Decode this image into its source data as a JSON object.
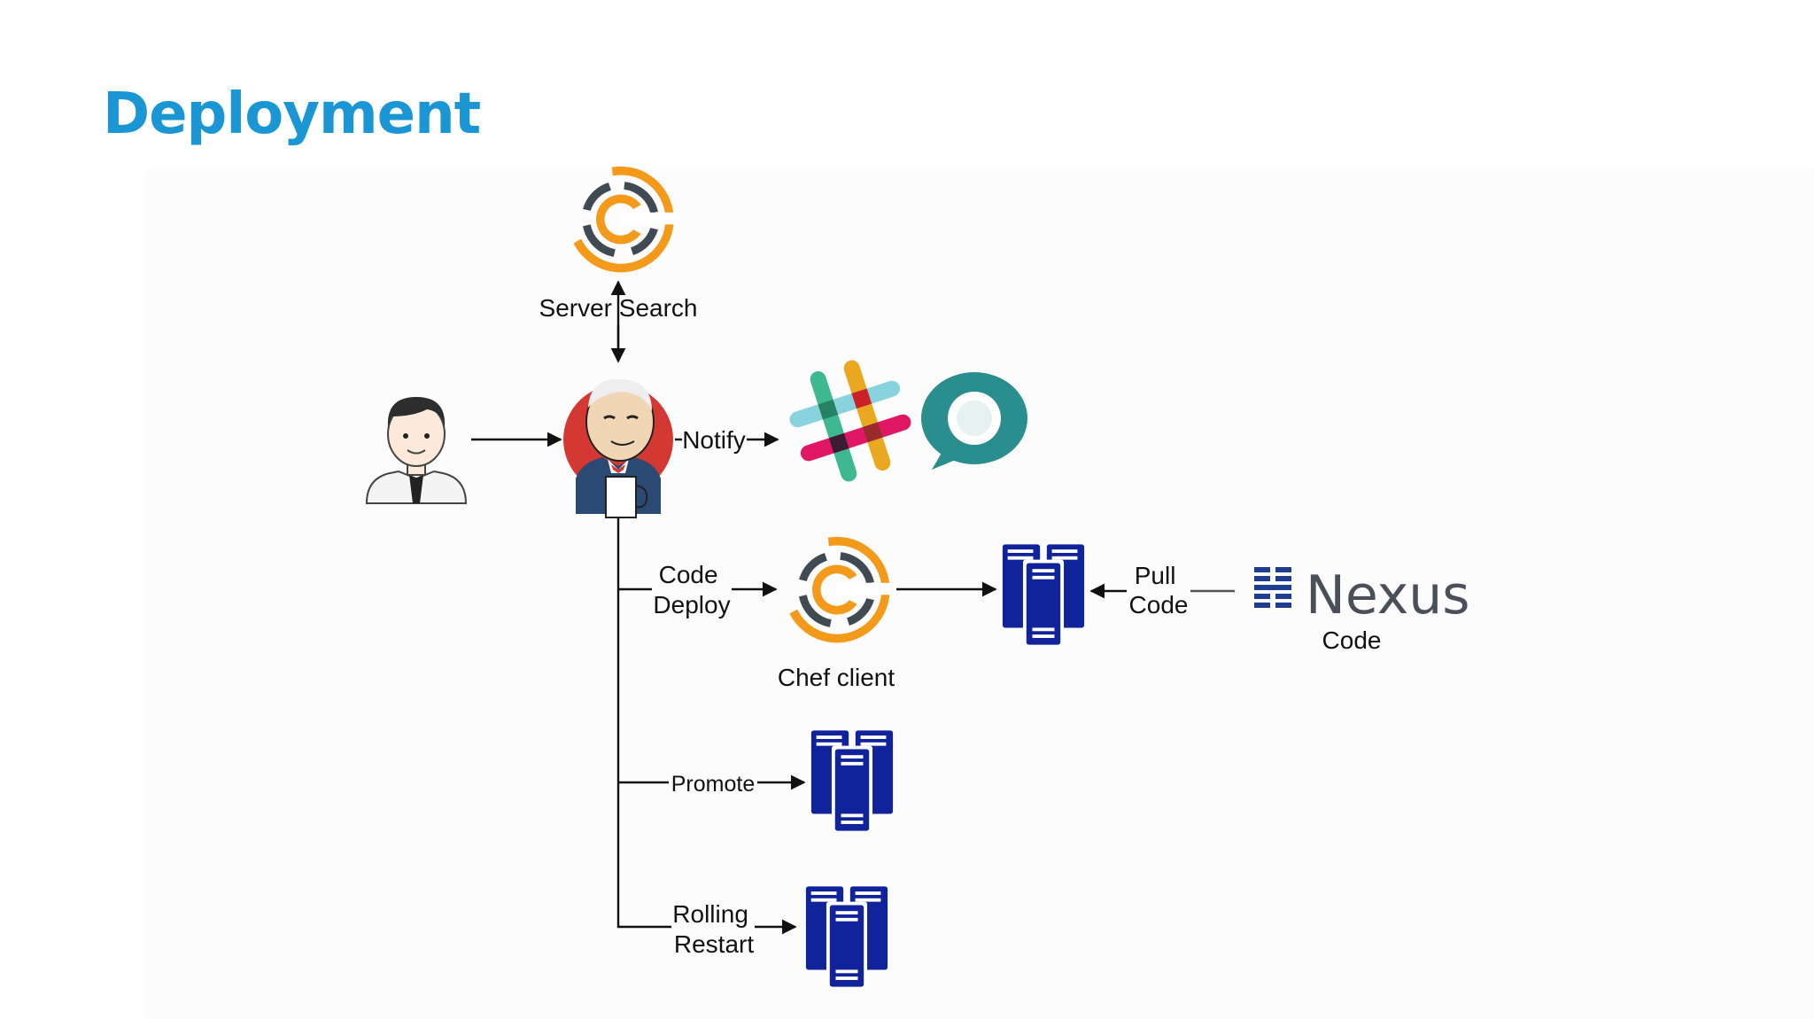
{
  "title": "Deployment",
  "colors": {
    "title": "#1a96d4",
    "chef_orange": "#f39a1b",
    "chef_dark": "#3f4a52",
    "server_blue": "#10239a",
    "jenkins_red": "#d33833",
    "hipchat_teal": "#2a8e8e",
    "nexus_blue": "#1f3d8e"
  },
  "nodes": {
    "developer": {
      "icon": "developer-avatar-icon"
    },
    "jenkins": {
      "icon": "jenkins-butler-icon"
    },
    "chef_server": {
      "icon": "chef-logo-icon",
      "label": "Server Search"
    },
    "slack": {
      "icon": "slack-logo-icon"
    },
    "hipchat": {
      "icon": "hipchat-logo-icon"
    },
    "chef_client": {
      "icon": "chef-logo-icon",
      "label": "Chef client"
    },
    "nexus": {
      "icon": "nexus-logo-icon",
      "word": "Nexus",
      "label": "Code"
    },
    "deploy_servers": {
      "icon": "server-cluster-icon"
    },
    "promote_servers": {
      "icon": "server-cluster-icon"
    },
    "restart_servers": {
      "icon": "server-cluster-icon"
    }
  },
  "edges": {
    "notify": "Notify",
    "code_deploy": [
      "Code",
      "Deploy"
    ],
    "pull_code": [
      "Pull",
      "Code"
    ],
    "promote": "Promote",
    "rolling_restart": [
      "Rolling",
      "Restart"
    ]
  }
}
